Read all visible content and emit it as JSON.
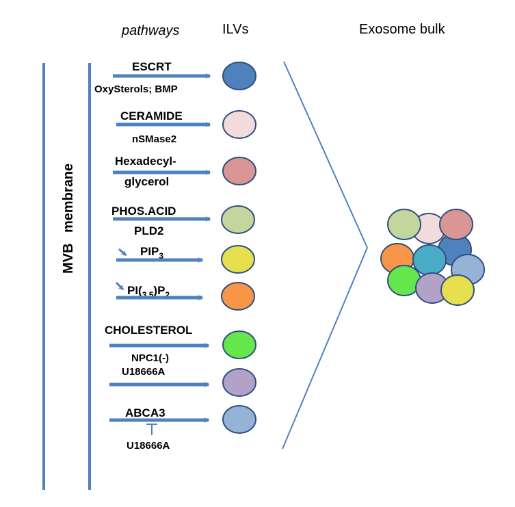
{
  "headers": {
    "pathways": "pathways",
    "ilvs": "ILVs",
    "exosome_bulk": "Exosome bulk"
  },
  "membrane_labels": {
    "mvb": "MVB",
    "membrane": "membrane"
  },
  "colors": {
    "line": "#4f81bd",
    "arrow": "#4f81bd",
    "circle_stroke": "#2f4f7f"
  },
  "pathways": [
    {
      "id": "escrt",
      "label": "ESCRT",
      "sublabel": "OxySterols; BMP",
      "ilv_color": "#4f81bd"
    },
    {
      "id": "ceramide",
      "label": "CERAMIDE",
      "sublabel": "nSMase2",
      "ilv_color": "#f2dcdb"
    },
    {
      "id": "hexadecyl",
      "label": "Hexadecyl-",
      "label2": "glycerol",
      "ilv_color": "#d99694"
    },
    {
      "id": "phos-acid",
      "label": "PHOS.ACID",
      "sublabel": "PLD2",
      "ilv_color": "#c3d69b"
    },
    {
      "id": "pip3",
      "label_main": "PIP",
      "label_sub": "3",
      "ilv_color": "#e6e04f"
    },
    {
      "id": "pi35p2",
      "label_main": "PI(",
      "label_sub1": "3,5",
      "label_mid": ")P",
      "label_sub2": "2",
      "ilv_color": "#f79646"
    },
    {
      "id": "cholesterol",
      "label": "CHOLESTEROL",
      "sublabel": "NPC1(-)",
      "ilv_color": "#66e64d"
    },
    {
      "id": "u18666a",
      "label": "U18666A",
      "ilv_color": "#b3a2c7"
    },
    {
      "id": "abca3",
      "label": "ABCA3",
      "sublabel": "U18666A",
      "ilv_color": "#95b3d7"
    }
  ],
  "exosome_cluster_colors": [
    "#c3d69b",
    "#f2dcdb",
    "#d99694",
    "#4f81bd",
    "#f79646",
    "#4bacc6",
    "#95b3d7",
    "#66e64d",
    "#b3a2c7",
    "#e6e04f"
  ]
}
